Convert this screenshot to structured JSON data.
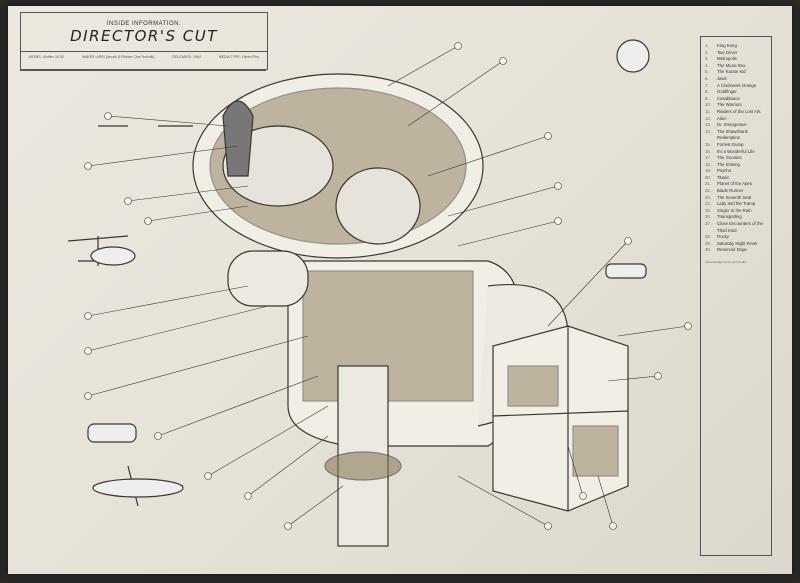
{
  "header": {
    "subtitle": "INSIDE INFORMATION:",
    "title": "DIRECTOR'S CUT",
    "meta": [
      "MODEL: Arriflex 16 S/I",
      "MAKER: ARRI (Arnold & Richter Cine Technik)",
      "RELEASED: 1964",
      "MEDIA TYPE: 16mm Film"
    ]
  },
  "legend": [
    "King Kong",
    "Taxi Driver",
    "Metropolis",
    "The Music Box",
    "The Karate Kid",
    "Jaws",
    "A Clockwork Orange",
    "Goldfinger",
    "Casablanca",
    "The Warriors",
    "Raiders of the Lost Ark",
    "Alien",
    "Dr. Strangelove",
    "The Shawshank Redemption",
    "Forrest Gump",
    "It's a Wonderful Life",
    "The Goonies",
    "The Shining",
    "Psycho",
    "Titanic",
    "Planet of the Apes",
    "Blade Runner",
    "The Seventh Seal",
    "Lady and the Tramp",
    "Singin' in the Rain",
    "Trainspotting",
    "Close Encounters of the Third Kind",
    "Rocky",
    "Saturday Night Fever",
    "Reservoir Dogs"
  ],
  "legend_note": "Acknowledgements and credits",
  "colors": {
    "paper": "#e8e4da",
    "ink": "#3a3630",
    "fill": "#6b5a3a"
  }
}
